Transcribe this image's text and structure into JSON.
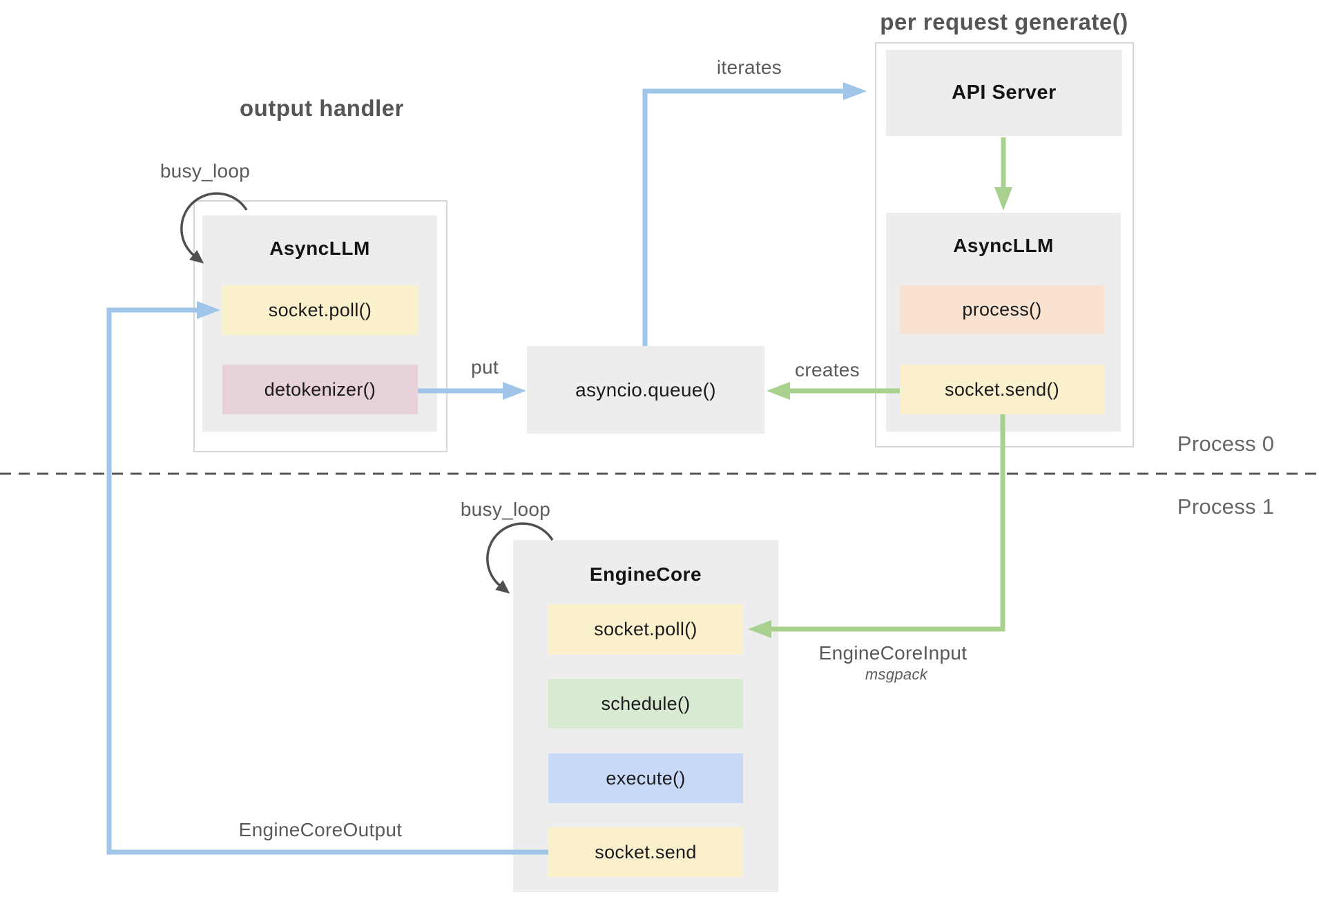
{
  "colors": {
    "arrow_blue": "#9fc5e8",
    "arrow_green": "#a8d08f",
    "loop_arrow_gray": "#4f4f4f",
    "box_gray": "#ededed",
    "container_border": "#d6d6d6",
    "method_yellow": "#fbf0cc",
    "method_peach": "#f9e2d0",
    "method_pink": "#e7d2dc",
    "method_green": "#d9ead3",
    "method_blue": "#c9daf8",
    "label_gray": "#5a5a5a"
  },
  "sections": {
    "output_handler_title": "output handler",
    "per_request_title": "per request generate()",
    "process0": "Process 0",
    "process1": "Process 1"
  },
  "labels": {
    "busy_loop_left": "busy_loop",
    "busy_loop_bottom": "busy_loop",
    "iterates": "iterates",
    "put": "put",
    "creates": "creates",
    "engine_core_input": "EngineCoreInput",
    "msgpack": "msgpack",
    "engine_core_output": "EngineCoreOutput"
  },
  "queue": {
    "label": "asyncio.queue()"
  },
  "output_handler_asyncllm": {
    "title": "AsyncLLM",
    "methods": [
      {
        "label": "socket.poll()",
        "bg": "#fbf0cc"
      },
      {
        "label": "detokenizer()",
        "bg": "#e7d2dc"
      }
    ]
  },
  "api_server": {
    "title": "API Server"
  },
  "request_asyncllm": {
    "title": "AsyncLLM",
    "methods": [
      {
        "label": "process()",
        "bg": "#f9e2d0"
      },
      {
        "label": "socket.send()",
        "bg": "#fbf0cc"
      }
    ]
  },
  "engine_core": {
    "title": "EngineCore",
    "methods": [
      {
        "label": "socket.poll()",
        "bg": "#fbf0cc"
      },
      {
        "label": "schedule()",
        "bg": "#d9ead3"
      },
      {
        "label": "execute()",
        "bg": "#c9daf8"
      },
      {
        "label": "socket.send",
        "bg": "#fbf0cc"
      }
    ]
  }
}
